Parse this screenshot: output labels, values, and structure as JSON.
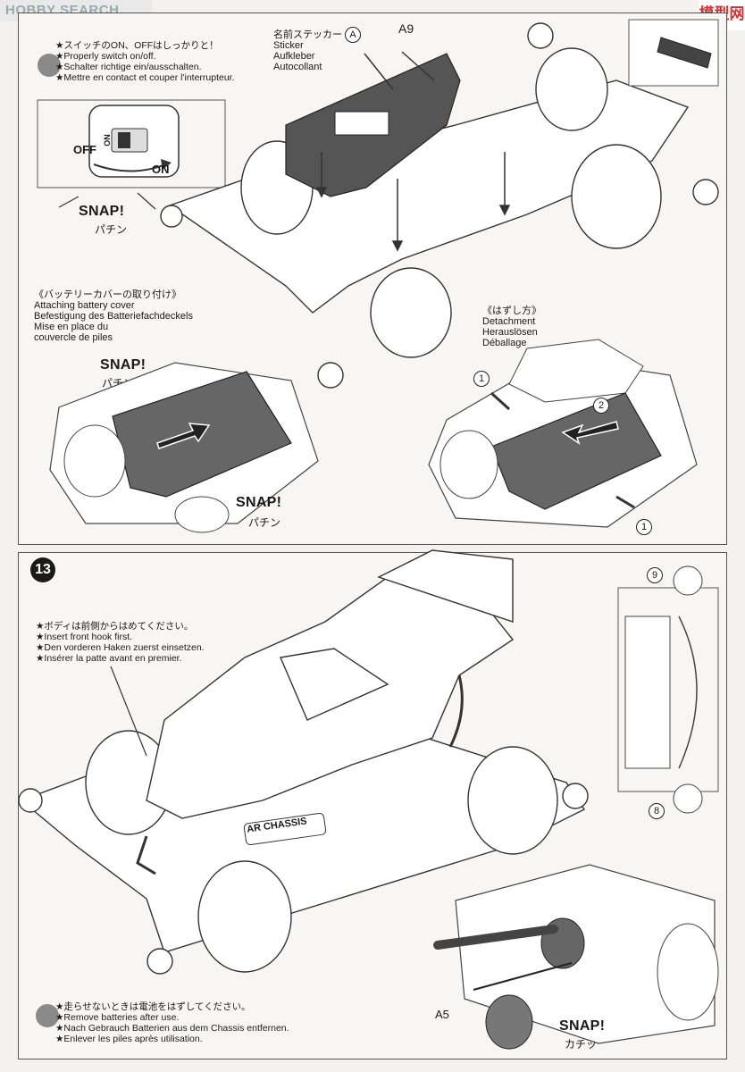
{
  "watermark": {
    "text": "HOBBY SEARCH",
    "site": "模型网"
  },
  "top": {
    "switch_note": [
      "★スイッチのON、OFFはしっかりと！",
      "★Properly switch on/off.",
      "★Schalter richtige ein/ausschalten.",
      "★Mettre en contact et couper l'interrupteur."
    ],
    "switch_labels": {
      "off": "OFF",
      "on": "ON",
      "tag": "ON"
    },
    "snap1": {
      "en": "SNAP!",
      "jp": "パチン"
    },
    "sticker": {
      "jp": "名前ステッカー",
      "letter": "A",
      "en": "Sticker",
      "de": "Aufkleber",
      "fr": "Autocollant"
    },
    "part_a9": "A9",
    "attach": [
      "《バッテリーカバーの取り付け》",
      "Attaching battery cover",
      "Befestigung des Batteriefachdeckels",
      "Mise en place du",
      "couvercle de piles"
    ],
    "snap2": {
      "en": "SNAP!",
      "jp": "パチン"
    },
    "snap3": {
      "en": "SNAP!",
      "jp": "パチン"
    },
    "detach": [
      "《はずし方》",
      "Detachment",
      "Herauslösen",
      "Déballage"
    ],
    "callouts": {
      "c1a": "1",
      "c2": "2",
      "c1b": "1"
    }
  },
  "bottom": {
    "step": "13",
    "body_note": [
      "★ボディは前側からはめてください。",
      "★Insert front hook first.",
      "★Den vorderen Haken zuerst einsetzen.",
      "★Insérer la patte avant en premier."
    ],
    "chassis_logo": "AR CHASSIS",
    "callout_9": "9",
    "callout_8": "8",
    "battery_note": [
      "★走らせないときは電池をはずしてください。",
      "★Remove batteries after use.",
      "★Nach Gebrauch Batterien aus dem Chassis entfernen.",
      "★Enlever les piles après utilisation."
    ],
    "part_a5": "A5",
    "snap4": {
      "en": "SNAP!",
      "jp": "カチッ"
    }
  }
}
